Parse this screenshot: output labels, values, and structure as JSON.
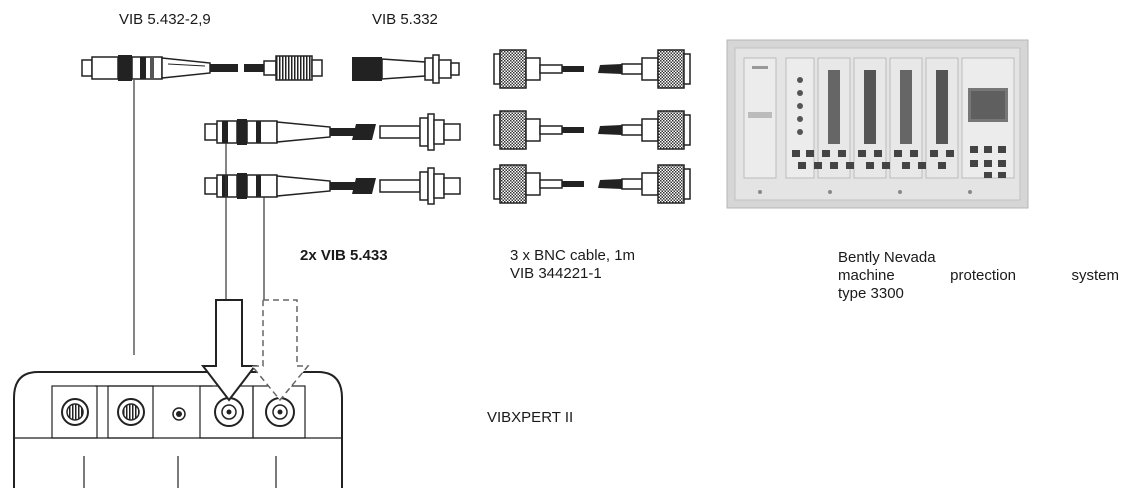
{
  "labels": {
    "vib_5_432": "VIB 5.432-2,9",
    "vib_5_332": "VIB 5.332",
    "vib_5_433": "2x VIB 5.433",
    "bnc_line1": "3 x BNC cable, 1m",
    "bnc_line2": "VIB 344221-1",
    "bently_line1": "Bently Nevada",
    "bently_line2": "machine protection system",
    "bently_line3": "type 3300",
    "vibxpert": "VIBXPERT II"
  }
}
